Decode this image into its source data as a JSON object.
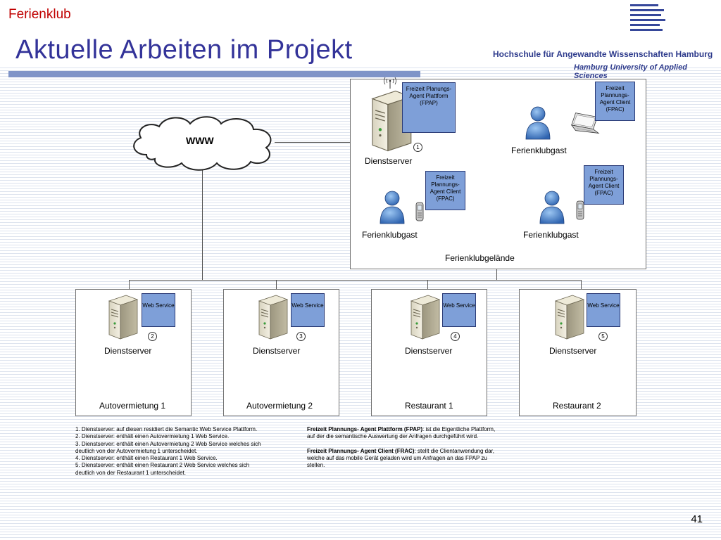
{
  "header": {
    "topic": "Ferienklub",
    "title": "Aktuelle Arbeiten im Projekt",
    "university_de": "Hochschule für Angewandte Wissenschaften Hamburg",
    "university_en": "Hamburg University of Applied Sciences"
  },
  "cloud": {
    "label": "WWW"
  },
  "resort": {
    "label": "Ferienklubgelände",
    "server": {
      "label": "Dienstserver",
      "number": "1",
      "agent": "Freizeit Planungs- Agent Plattform (FPAP)"
    },
    "guests": [
      {
        "label": "Ferienklubgast",
        "agent": "Freizeit Plannungs- Agent Client (FPAC)",
        "device": "laptop"
      },
      {
        "label": "Ferienklubgast",
        "agent": "Freizeit Plannungs- Agent Client (FPAC)",
        "device": "mobile-phone"
      },
      {
        "label": "Ferienklubgast",
        "agent": "Freizeit Plannungs- Agent Client (FPAC)",
        "device": "mobile-phone"
      }
    ]
  },
  "services": [
    {
      "server_label": "Dienstserver",
      "number": "2",
      "agent": "Web Service",
      "name": "Autovermietung 1"
    },
    {
      "server_label": "Dienstserver",
      "number": "3",
      "agent": "Web Service",
      "name": "Autovermietung 2"
    },
    {
      "server_label": "Dienstserver",
      "number": "4",
      "agent": "Web Service",
      "name": "Restaurant 1"
    },
    {
      "server_label": "Dienstserver",
      "number": "5",
      "agent": "Web Service",
      "name": "Restaurant 2"
    }
  ],
  "notes_left": [
    "1. Dienstserver: auf diesen residiert die Semantic Web Service Plattform.",
    "2. Dienstserver: enthält einen Autovermietung 1 Web Service.",
    "3. Dienstserver: enthält einen Autovermietung 2 Web Service welches sich deutlich von der Autovermietung 1 unterscheidet.",
    "4. Dienstserver: enthält einen Restaurant 1 Web Service.",
    "5. Dienstserver: enthält einen Restaurant 2 Web Service welches sich deutlich von der Restaurant 1 unterscheidet."
  ],
  "notes_right": [
    {
      "term": "Freizeit Plannungs- Agent Plattform (FPAP)",
      "text": ": ist die Eigentliche Plattform, auf der die semantische Auswertung der Anfragen durchgeführt wird."
    },
    {
      "term": "Freizeit Plannungs- Agent Client (FRAC)",
      "text": ": stellt die Clientanwendung dar, welche auf das mobile Gerät geladen wird um Anfragen an das FPAP zu stellen."
    }
  ],
  "page_number": "41",
  "colors": {
    "accent": "#333399",
    "topic": "#c00000",
    "agent_fill": "#7e9fd8",
    "title_bar": "#7f94c8"
  }
}
